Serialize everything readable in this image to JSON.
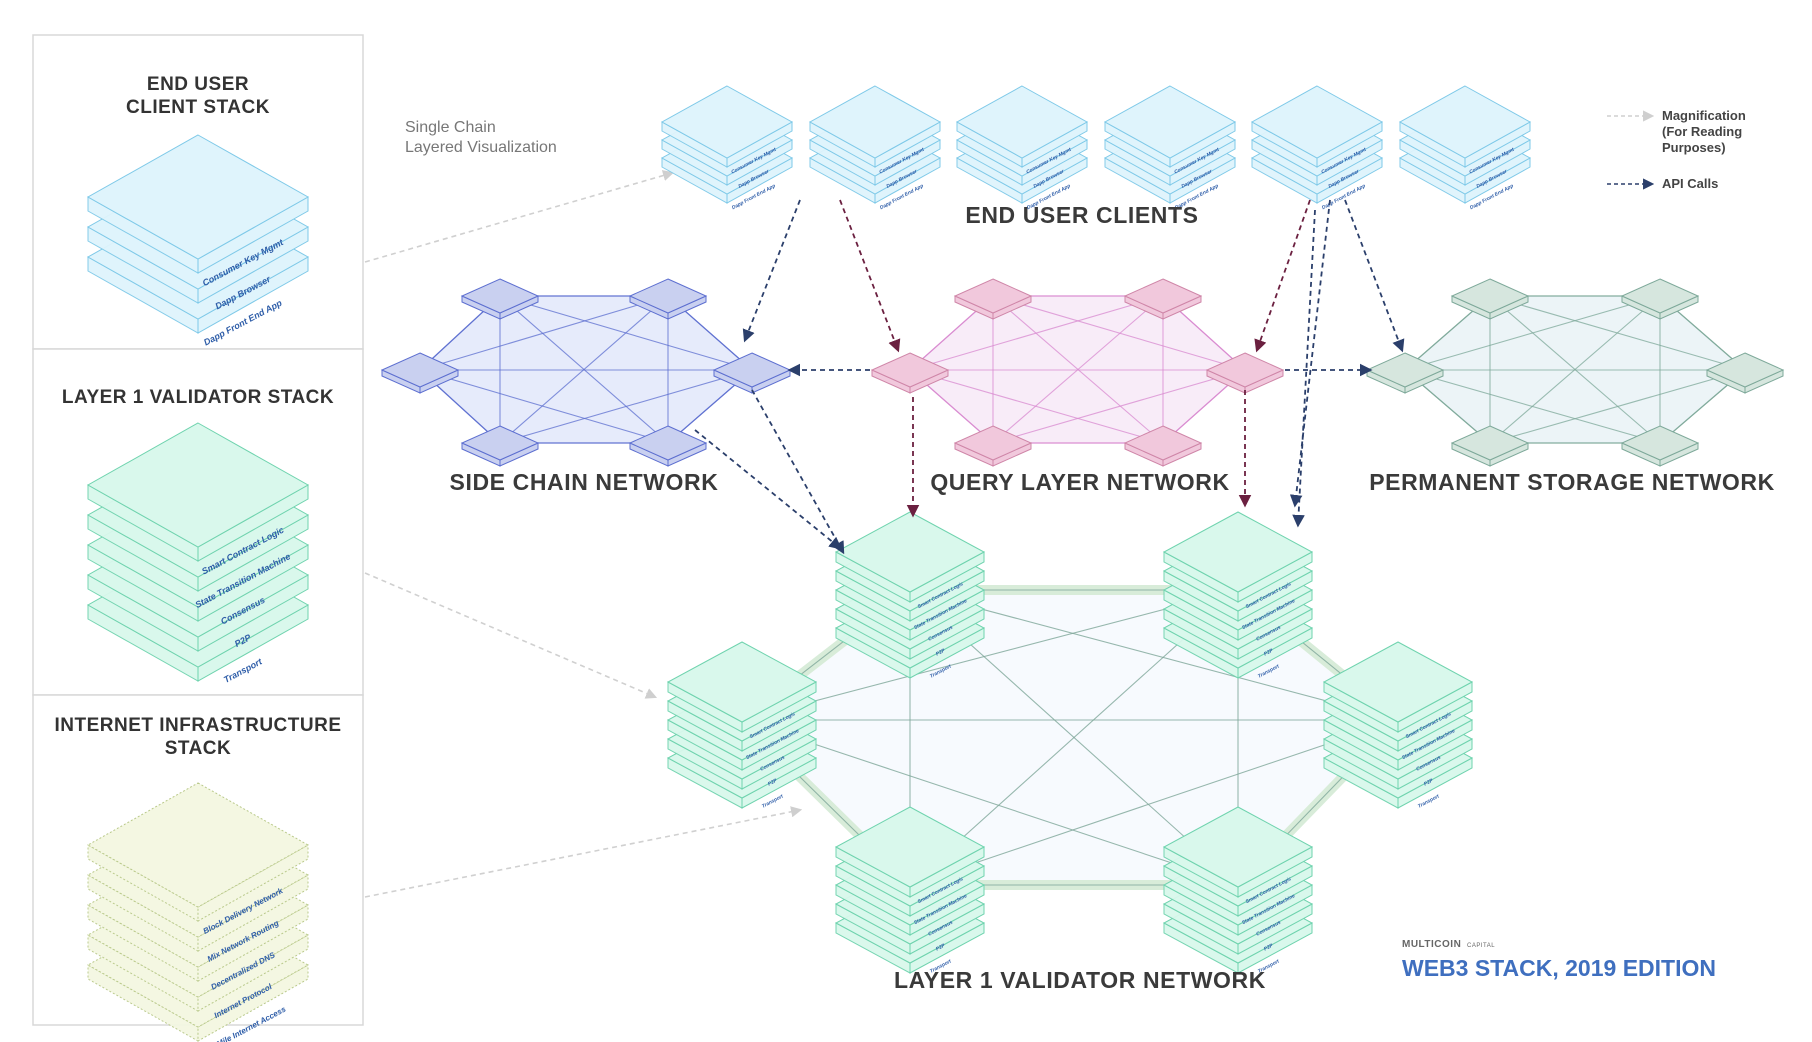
{
  "panels": {
    "client": {
      "title": [
        "END USER",
        "CLIENT STACK"
      ],
      "layers": [
        "Consumer Key Mgmt",
        "Dapp Browser",
        "Dapp Front End App"
      ]
    },
    "validator": {
      "title": [
        "LAYER 1 VALIDATOR STACK"
      ],
      "layers": [
        "Smart Contract Logic",
        "State Transition Machine",
        "Consensus",
        "P2P",
        "Transport"
      ]
    },
    "infra": {
      "title": [
        "INTERNET INFRASTRUCTURE",
        "STACK"
      ],
      "layers": [
        "Block Delivery Network",
        "Mix Network Routing",
        "Decentralized DNS",
        "Internet Protocol",
        "Last Mile Internet Access"
      ]
    }
  },
  "note": [
    "Single Chain",
    "Layered Visualization"
  ],
  "legend": {
    "magnification": [
      "Magnification",
      "(For Reading",
      "Purposes)"
    ],
    "api_calls": "API Calls"
  },
  "networks": {
    "end_user_clients": "END USER CLIENTS",
    "side_chain": "SIDE CHAIN NETWORK",
    "query_layer": "QUERY LAYER NETWORK",
    "permanent_storage": "PERMANENT STORAGE NETWORK",
    "layer1_validator": "LAYER 1 VALIDATOR NETWORK"
  },
  "branding": {
    "company": "MULTICOIN",
    "company_sub": "CAPITAL",
    "edition": "WEB3 STACK, 2019 EDITION"
  },
  "colors": {
    "client_fill": "#dff4fc",
    "client_stroke": "#7ec9e8",
    "validator_fill": "#d9f8ec",
    "validator_stroke": "#6fd3ae",
    "infra_fill": "#f4f7e2",
    "infra_stroke": "#b9c98a",
    "side_chain": "#5d6fd0",
    "query_layer": "#d98ad0",
    "storage": "#7ea99a",
    "api_arrow": "#2b3f6b",
    "api_arrow_red": "#6b2040",
    "magnify_arrow": "#cfcfcf"
  }
}
